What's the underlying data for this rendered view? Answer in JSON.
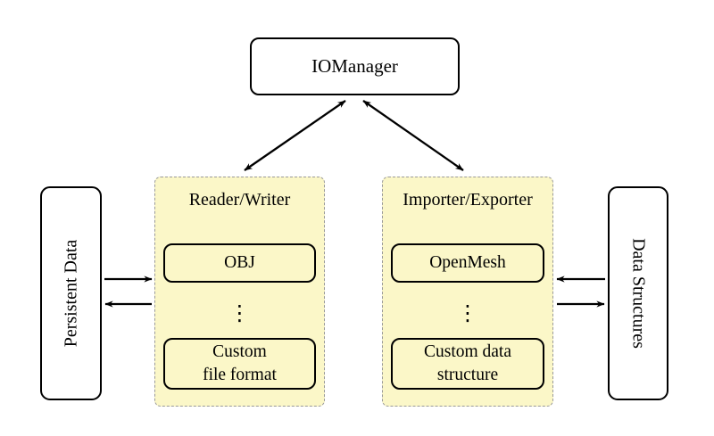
{
  "colors": {
    "container_fill": "#FBF7C8",
    "container_border": "#999999",
    "line_color": "#000000",
    "box_fill": "#FFFFFF"
  },
  "iomanager": {
    "label": "IOManager"
  },
  "reader_writer": {
    "title": "Reader/Writer",
    "top_item": "OBJ",
    "dots": "⋮",
    "bottom_item_line1": "Custom",
    "bottom_item_line2": "file format"
  },
  "importer_exporter": {
    "title": "Importer/Exporter",
    "top_item": "OpenMesh",
    "dots": "⋮",
    "bottom_item_line1": "Custom data",
    "bottom_item_line2": "structure"
  },
  "persistent_data": {
    "label": "Persistent Data"
  },
  "data_structures": {
    "label": "Data Structures"
  }
}
